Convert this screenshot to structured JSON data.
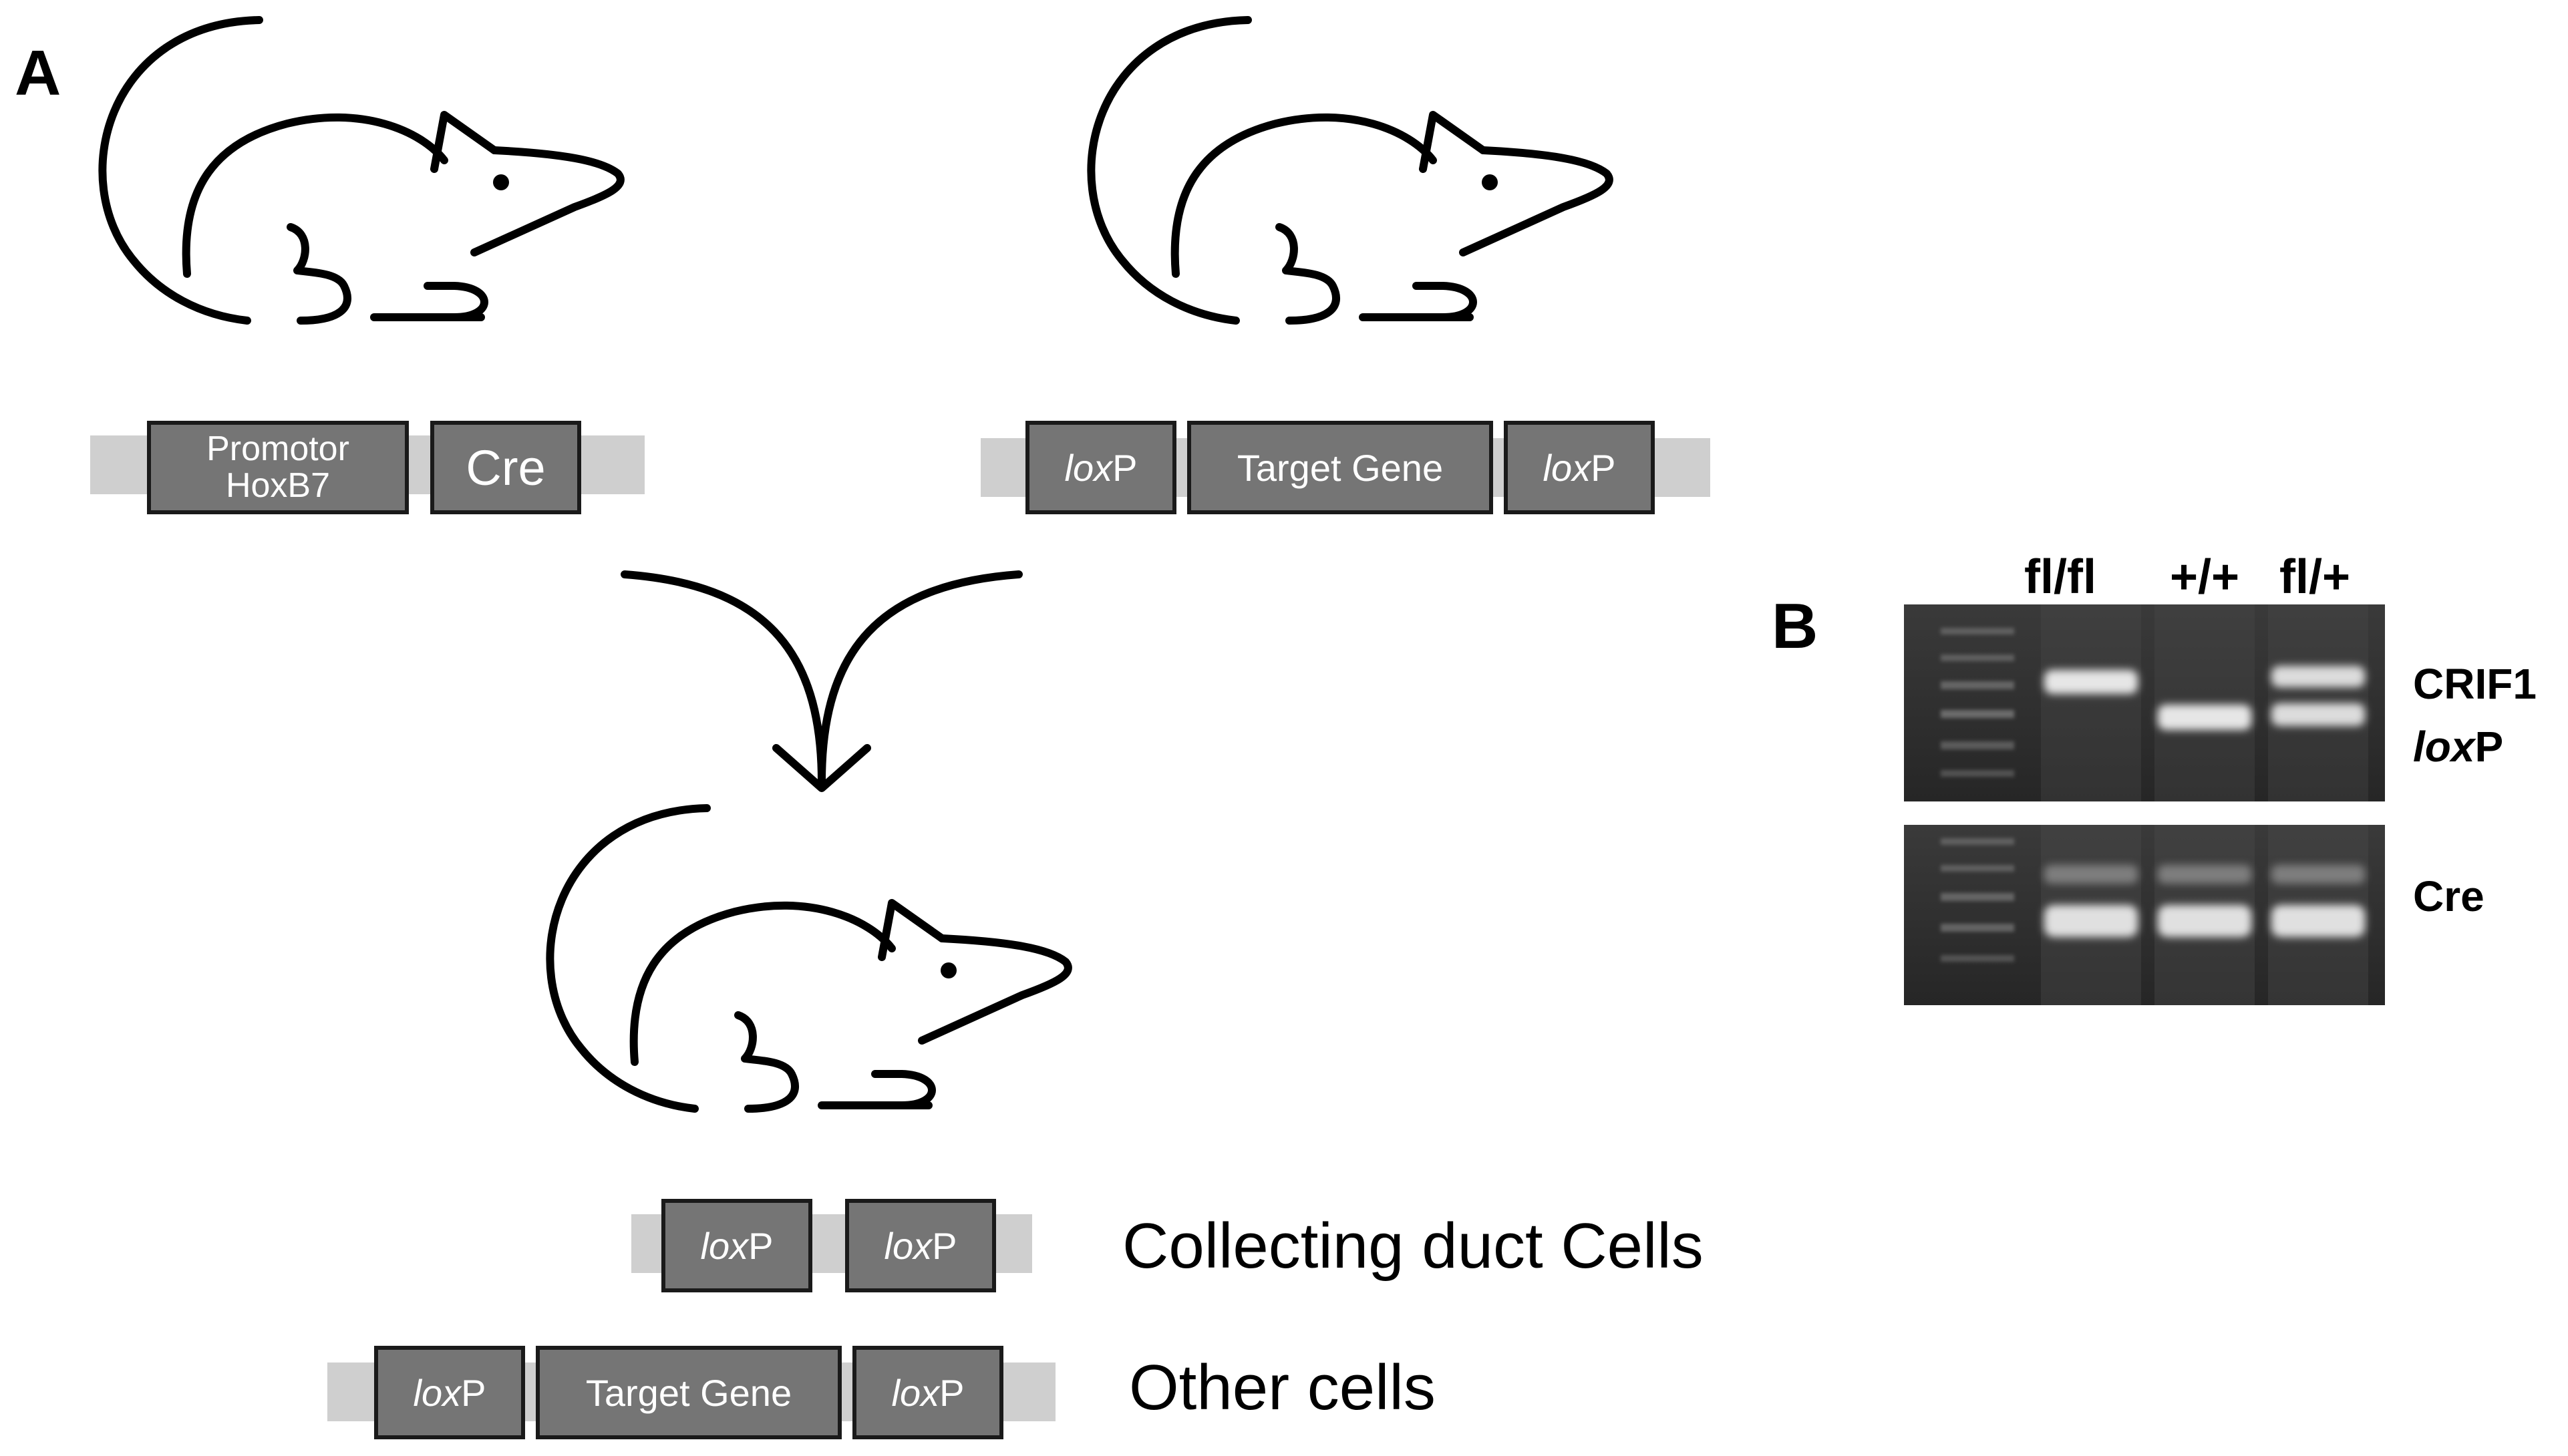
{
  "panels": {
    "a": "A",
    "b": "B"
  },
  "constructs": {
    "cre_parent": {
      "promoter": "Promotor\nHoxB7",
      "cre": "Cre"
    },
    "flox_parent": {
      "lox_italic": "lox",
      "lox_suffix": "P",
      "target": "Target Gene"
    },
    "offspring": {
      "collecting_label": "Collecting duct Cells",
      "other_label": "Other cells",
      "target": "Target Gene"
    }
  },
  "gel": {
    "lanes": [
      "fl/fl",
      "+/+",
      "fl/+"
    ],
    "top_label_1": "CRIF1",
    "top_label_2_italic": "lox",
    "top_label_2_suffix": "P",
    "bottom_label": "Cre"
  },
  "colors": {
    "box_fill": "#757575",
    "box_border": "#1a1a1a",
    "track": "#cfcfcf",
    "gel_bg": "#2d2d2d",
    "band": "#e6e6e6"
  }
}
